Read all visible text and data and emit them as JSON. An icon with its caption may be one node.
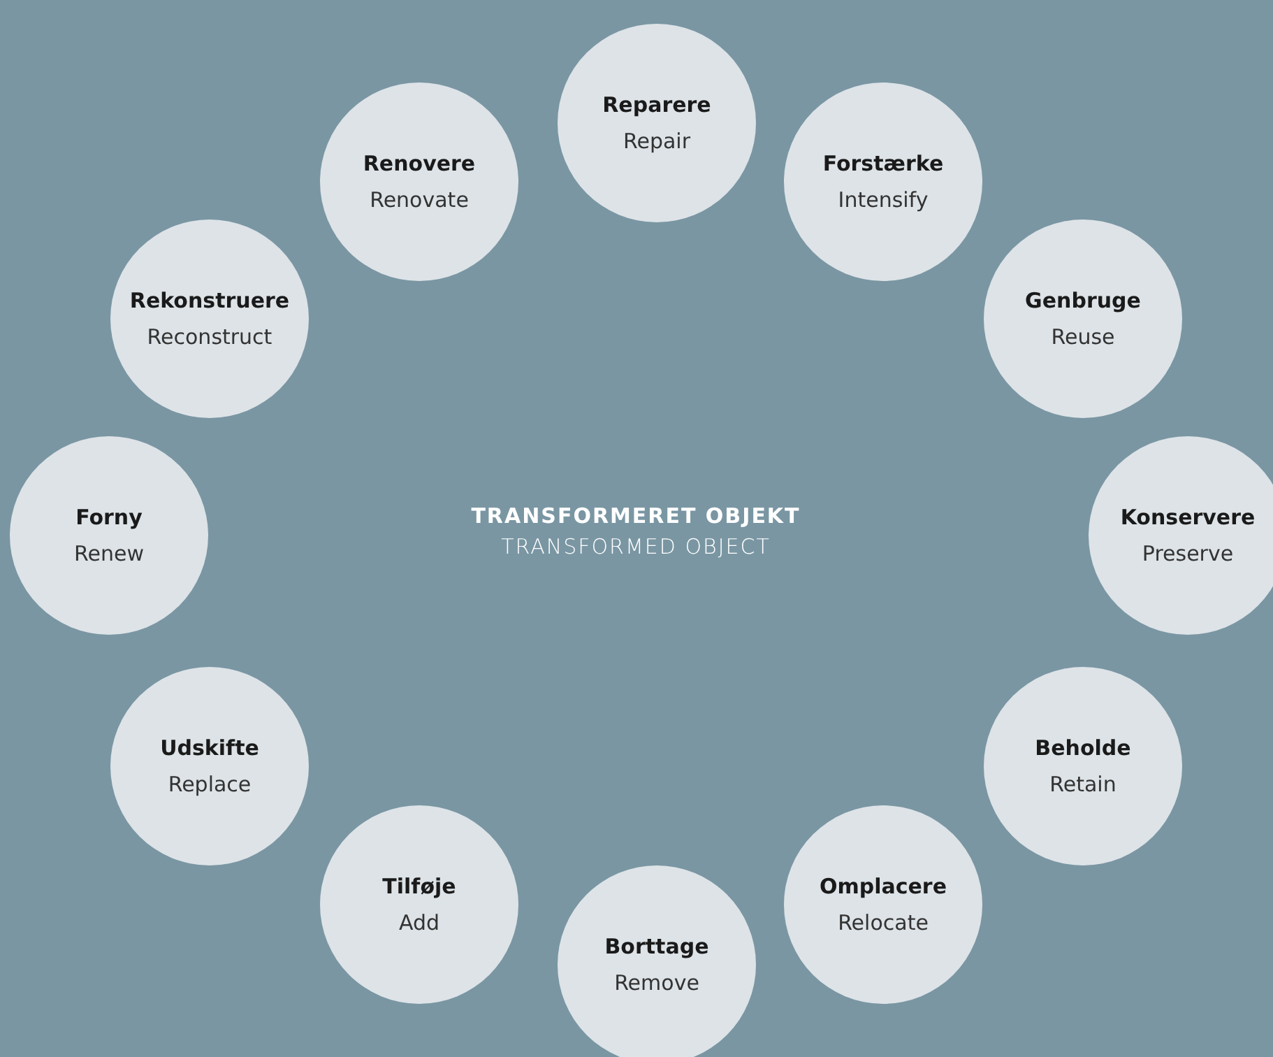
{
  "diagram": {
    "nodes": [
      {
        "text": [
          "Reparere",
          "Repair"
        ]
      },
      {
        "text": [
          "Forstærke",
          "Intensify"
        ]
      },
      {
        "text": [
          "Genbruge",
          "Reuse"
        ]
      },
      {
        "text": [
          "Konservere",
          "Preserve"
        ]
      },
      {
        "text": [
          "Beholde",
          "Retain"
        ]
      },
      {
        "text": [
          "Omplacere",
          "Relocate"
        ]
      },
      {
        "text": [
          "Borttage",
          "Remove"
        ]
      },
      {
        "text": [
          "Tilføje",
          "Add"
        ]
      },
      {
        "text": [
          "Udskifte",
          "Replace"
        ]
      },
      {
        "text": [
          "Forny",
          "Renew"
        ]
      },
      {
        "text": [
          "Rekonstruere",
          "Reconstruct"
        ]
      },
      {
        "text": [
          "Renovere",
          "Renovate"
        ]
      }
    ],
    "labels": [
      "TRANSFORMERET OBJEKT",
      "TRANSFORMED OBJECT"
    ]
  }
}
